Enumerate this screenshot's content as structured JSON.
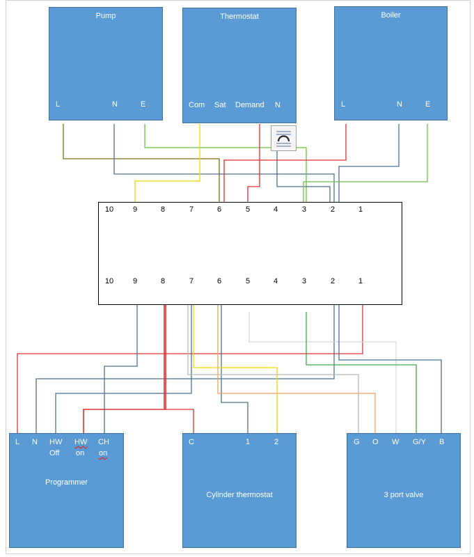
{
  "pump": {
    "title": "Pump",
    "terminals": [
      "L",
      "N",
      "E"
    ]
  },
  "thermostat": {
    "title": "Thermostat",
    "terminals": [
      "Com",
      "Sat",
      "Demand",
      "N"
    ]
  },
  "boiler": {
    "title": "Boiler",
    "terminals": [
      "L",
      "N",
      "E"
    ]
  },
  "junction_box": {
    "top_numbers": [
      "10",
      "9",
      "8",
      "7",
      "6",
      "5",
      "4",
      "3",
      "2",
      "1"
    ],
    "bottom_numbers": [
      "10",
      "9",
      "8",
      "7",
      "6",
      "5",
      "4",
      "3",
      "2",
      "1"
    ]
  },
  "programmer": {
    "title": "Programmer",
    "terminals": [
      "L",
      "N",
      "HW",
      "HW",
      "CH"
    ],
    "terminals_line2": [
      "Off",
      "on",
      "on"
    ]
  },
  "cylinder_thermostat": {
    "title": "Cylinder thermostat",
    "terminals": [
      "C",
      "1",
      "2"
    ]
  },
  "valve": {
    "title": "3 port valve",
    "terminals": [
      "G",
      "O",
      "W",
      "G/Y",
      "B"
    ]
  },
  "colors": {
    "box_fill": "#5b9bd5",
    "wire_brown": "#8b6914",
    "wire_blue": "#4a6f94",
    "wire_green": "#6abf45",
    "wire_yellow": "#f2d600",
    "wire_red": "#e03030",
    "wire_grey": "#b8b8b8",
    "wire_orange": "#f0a060"
  },
  "icons": {
    "thumbnail": "image-placeholder-icon"
  }
}
